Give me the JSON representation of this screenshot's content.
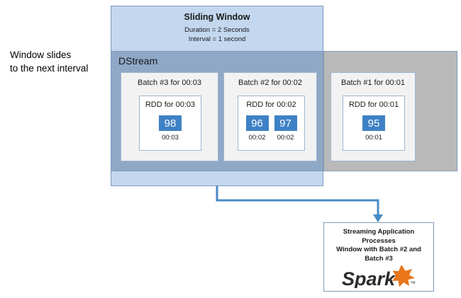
{
  "caption": {
    "text": "Window slides\nto the next interval"
  },
  "sliding_window": {
    "title": "Sliding Window",
    "params": "Duration = 2 Seconds\nInterval = 1 second"
  },
  "dstream": {
    "label": "DStream"
  },
  "batches": [
    {
      "title": "Batch #3 for 00:03",
      "rdd_title": "RDD for 00:03",
      "cells": [
        {
          "value": "98",
          "timestamp": "00:03"
        }
      ]
    },
    {
      "title": "Batch #2 for 00:02",
      "rdd_title": "RDD for 00:02",
      "cells": [
        {
          "value": "96",
          "timestamp": "00:02"
        },
        {
          "value": "97",
          "timestamp": "00:02"
        }
      ]
    },
    {
      "title": "Batch #1 for 00:01",
      "rdd_title": "RDD for 00:01",
      "cells": [
        {
          "value": "95",
          "timestamp": "00:01"
        }
      ]
    }
  ],
  "app_box": {
    "text": "Streaming Application\nProcesses\nWindow with Batch #2 and\nBatch #3",
    "logo_text": "Spark",
    "logo_trademark": "™"
  },
  "colors": {
    "window_fill": "#c3d7ef",
    "window_border": "#7f9bbd",
    "dstream_fill": "#8fa8c6",
    "outside_gray": "#b9b9b9",
    "batch_fill": "#f2f2f2",
    "cell_blue": "#3e81c5",
    "arrow_blue": "#4a8ac4",
    "spark_orange": "#e8751a",
    "spark_text": "#2b2b2b"
  }
}
